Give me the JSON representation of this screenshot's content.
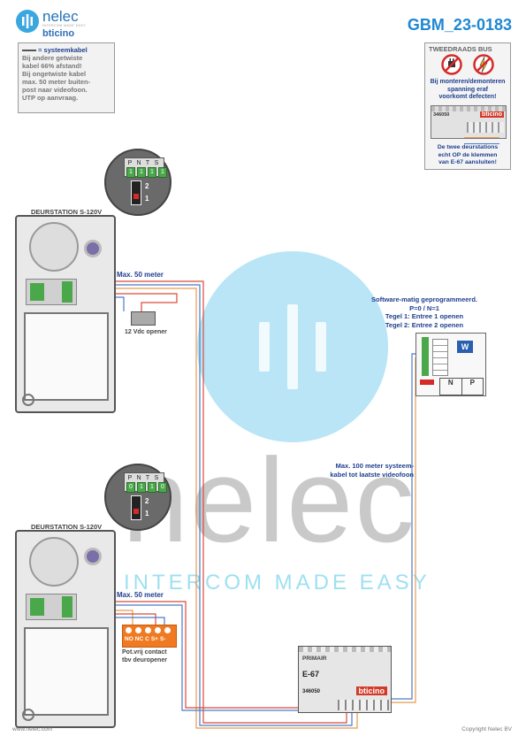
{
  "brand": {
    "nelec": "nelec",
    "nelec_sub": "INTERCOM MADE EASY",
    "bticino": "bticino"
  },
  "doc_code": "GBM_23-0183",
  "cable_note": {
    "legend": "= systeemkabel",
    "lines": [
      "Bij andere getwiste",
      "kabel 66% afstand!",
      "Bij ongetwiste kabel",
      "max. 50 meter buiten-",
      "post naar videofoon.",
      "UTP op aanvraag."
    ]
  },
  "bus_box": {
    "title": "TWEEDRAADS BUS",
    "warning": [
      "Bij monteren/demonteren",
      "spanning eraf",
      "voorkomt defecten!"
    ],
    "device_code": "346050",
    "device_brand": "bticino",
    "note": [
      "De twee deurstations",
      "echt OP de klemmen",
      "van E-67 aansluiten!"
    ]
  },
  "station1": {
    "title": "DEURSTATION S-120V",
    "dip": {
      "headers": [
        "P",
        "N",
        "T",
        "S"
      ],
      "values": [
        "1",
        "1",
        "1",
        "1"
      ],
      "switch_top": "2",
      "switch_bottom": "1"
    },
    "distance": "Max. 50 meter",
    "opener": "12 Vdc opener"
  },
  "station2": {
    "title": "DEURSTATION S-120V",
    "dip": {
      "headers": [
        "P",
        "N",
        "T",
        "S"
      ],
      "values": [
        "0",
        "1",
        "1",
        "0"
      ],
      "switch_top": "2",
      "switch_bottom": "1"
    },
    "distance": "Max. 50 meter",
    "contacts": [
      "NO",
      "NC",
      "C",
      "S+",
      "S-"
    ],
    "contact_note": [
      "Pot.vrij contact",
      "tbv deuropener"
    ]
  },
  "videophone": {
    "lines": [
      "Software-matig geprogrammeerd.",
      "P=0 / N=1",
      "Tegel 1: Entree 1 openen",
      "Tegel 2: Entree 2 openen"
    ],
    "brand_mark": "W",
    "headers": [
      "N",
      "P"
    ],
    "distance": [
      "Max. 100 meter systeem-",
      "kabel tot laatste videofoon"
    ]
  },
  "e67": {
    "primair": "PRIMAIR",
    "name": "E-67",
    "code": "346050",
    "brand": "bticino"
  },
  "watermark": {
    "word": "nelec",
    "tagline": "INTERCOM MADE EASY"
  },
  "footer": {
    "left": "www.nelec.com",
    "right": "Copyright Nelec BV"
  },
  "colors": {
    "accent_blue": "#1e88d2",
    "wire_red": "#d94a3a",
    "wire_blue": "#4a7bc8",
    "wire_orange": "#e89a4c",
    "terminal_green": "#4aa84a",
    "contact_orange": "#f07a22"
  }
}
